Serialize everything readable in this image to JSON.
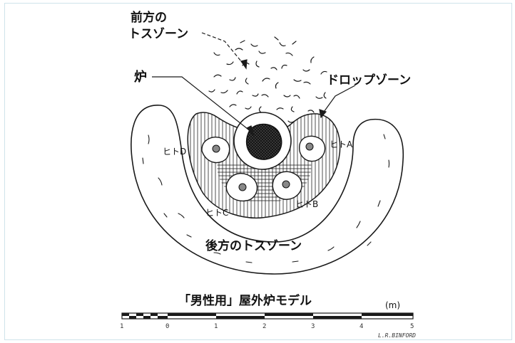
{
  "labels": {
    "forward_toss_line1": "前方の",
    "forward_toss_line2": "トスゾーン",
    "hearth": "炉",
    "drop_zone": "ドロップゾーン",
    "person_a": "ヒトA",
    "person_b": "ヒトB",
    "person_c": "ヒトC",
    "person_d": "ヒトD",
    "rear_toss": "後方のトスゾーン",
    "title": "「男性用」屋外炉モデル",
    "unit": "(m)",
    "credit": "L.R.BINFORD"
  },
  "scale": {
    "ticks": [
      "1",
      "0",
      "1",
      "2",
      "3",
      "4",
      "5"
    ]
  },
  "colors": {
    "line": "#1a1a1a",
    "frame": "#cfe3ea"
  }
}
